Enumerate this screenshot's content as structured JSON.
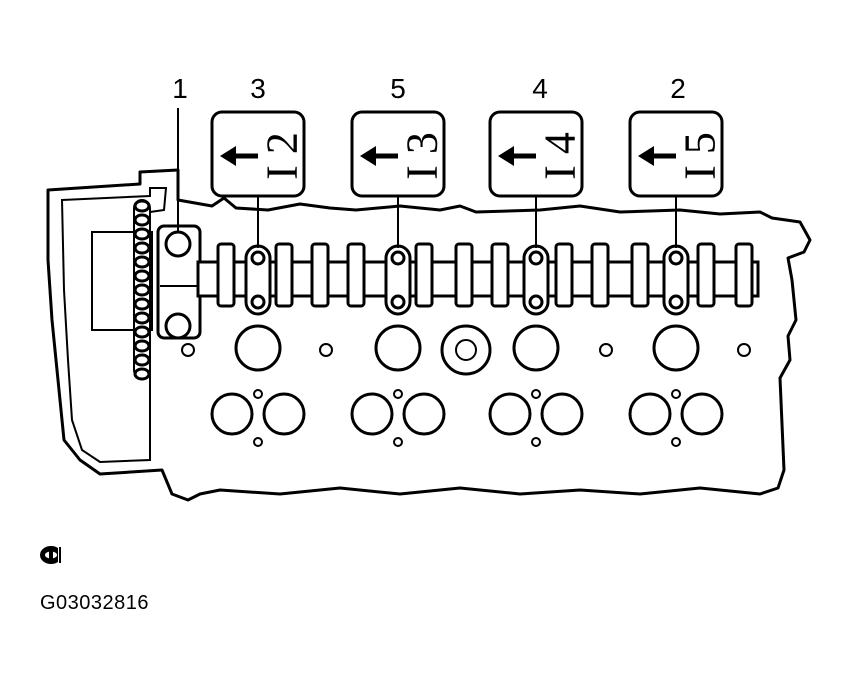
{
  "figure": {
    "id_label": "G03032816",
    "logo_icon": "toyota-mark-icon"
  },
  "callouts": [
    {
      "number": "1",
      "target": "camshaft-timing-sprocket"
    },
    {
      "number": "3",
      "cap_label": "I 2"
    },
    {
      "number": "5",
      "cap_label": "I 3"
    },
    {
      "number": "4",
      "cap_label": "I 4"
    },
    {
      "number": "2",
      "cap_label": "I 5"
    }
  ],
  "colors": {
    "line": "#000000",
    "background": "#ffffff"
  }
}
